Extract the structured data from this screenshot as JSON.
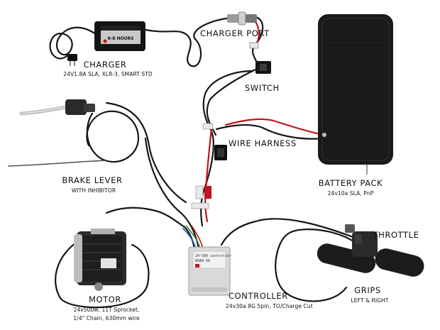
{
  "components": {
    "charger": {
      "title": "CHARGER",
      "spec": "24V1.8A SLA, XLR-3, SMART STD",
      "label_text": "6-8 HOURS"
    },
    "charger_port": {
      "title": "CHARGER PORT"
    },
    "switch": {
      "title": "SWITCH"
    },
    "wire_harness": {
      "title": "WIRE HARNESS"
    },
    "battery_pack": {
      "title": "BATTERY PACK",
      "spec": "24v10a SLA, PnP"
    },
    "brake_lever": {
      "title": "BRAKE LEVER",
      "spec": "WITH INHIBITOR"
    },
    "throttle": {
      "title": "THROTTLE"
    },
    "motor": {
      "title": "MOTOR",
      "spec_line1": "24v500w, 11T Sprocket,",
      "spec_line2": "1/4\" Chain, 630mm wire"
    },
    "controller": {
      "title": "CONTROLLER",
      "spec": "24v30a 8G 5pin, TO/Charge Cut",
      "label_line1": "24-500 controller",
      "label_line2": "BOAH 6A"
    },
    "grips": {
      "title": "GRIPS",
      "spec": "LEFT & RIGHT"
    }
  },
  "colors": {
    "background": "#ffffff",
    "wire": "#151515",
    "red_wire": "#c0151a",
    "battery": "#1a1a1a",
    "controller_case": "#d9d9d9",
    "motor_body": "#2a2a2a",
    "connector": "#e8e8e8"
  }
}
